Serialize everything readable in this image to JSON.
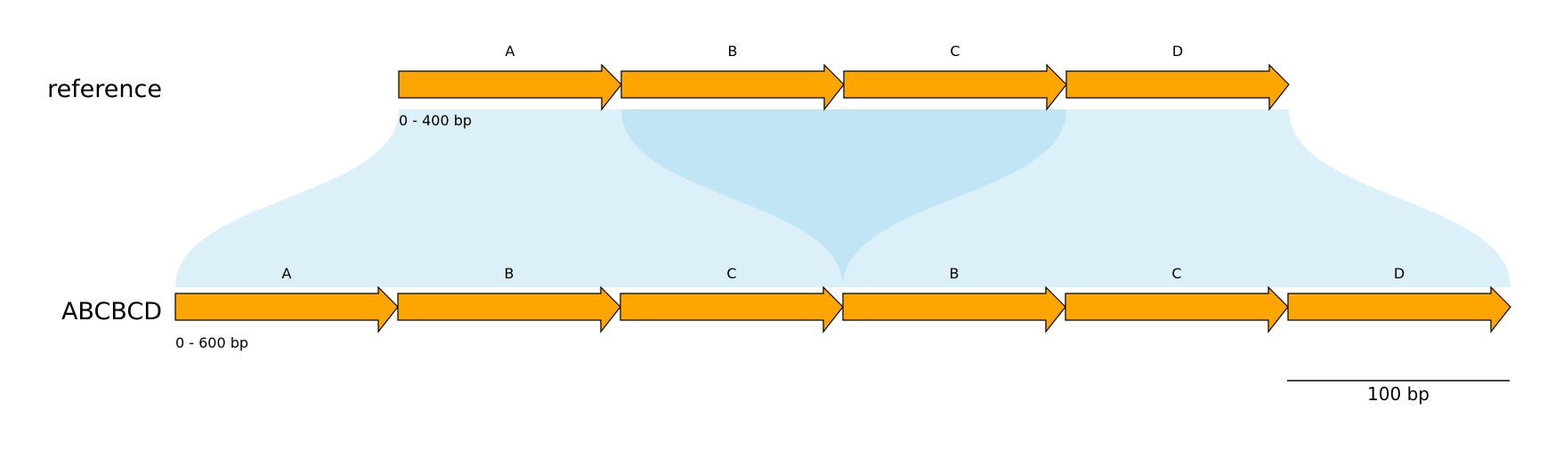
{
  "colors": {
    "feature_fill": "#ffa500",
    "feature_stroke": "#000000",
    "link_fill": "#87ceeb",
    "background": "#ffffff"
  },
  "tracks": [
    {
      "name": "reference",
      "range_label": "0 - 400 bp",
      "features": [
        {
          "label": "A",
          "start": 0,
          "end": 100,
          "strand": "+"
        },
        {
          "label": "B",
          "start": 100,
          "end": 200,
          "strand": "+"
        },
        {
          "label": "C",
          "start": 200,
          "end": 300,
          "strand": "+"
        },
        {
          "label": "D",
          "start": 300,
          "end": 400,
          "strand": "+"
        }
      ]
    },
    {
      "name": "ABCBCD",
      "range_label": "0 - 600 bp",
      "features": [
        {
          "label": "A",
          "start": 0,
          "end": 100,
          "strand": "+"
        },
        {
          "label": "B",
          "start": 100,
          "end": 200,
          "strand": "+"
        },
        {
          "label": "C",
          "start": 200,
          "end": 300,
          "strand": "+"
        },
        {
          "label": "B",
          "start": 300,
          "end": 400,
          "strand": "+"
        },
        {
          "label": "C",
          "start": 400,
          "end": 500,
          "strand": "+"
        },
        {
          "label": "D",
          "start": 500,
          "end": 600,
          "strand": "+"
        }
      ]
    }
  ],
  "links": [
    {
      "ref_start": 0,
      "ref_end": 100,
      "query_start": 0,
      "query_end": 100
    },
    {
      "ref_start": 100,
      "ref_end": 300,
      "query_start": 100,
      "query_end": 300
    },
    {
      "ref_start": 100,
      "ref_end": 300,
      "query_start": 300,
      "query_end": 500
    },
    {
      "ref_start": 300,
      "ref_end": 400,
      "query_start": 500,
      "query_end": 600
    }
  ],
  "scale_bar": {
    "length_bp": 100,
    "label": "100 bp"
  }
}
